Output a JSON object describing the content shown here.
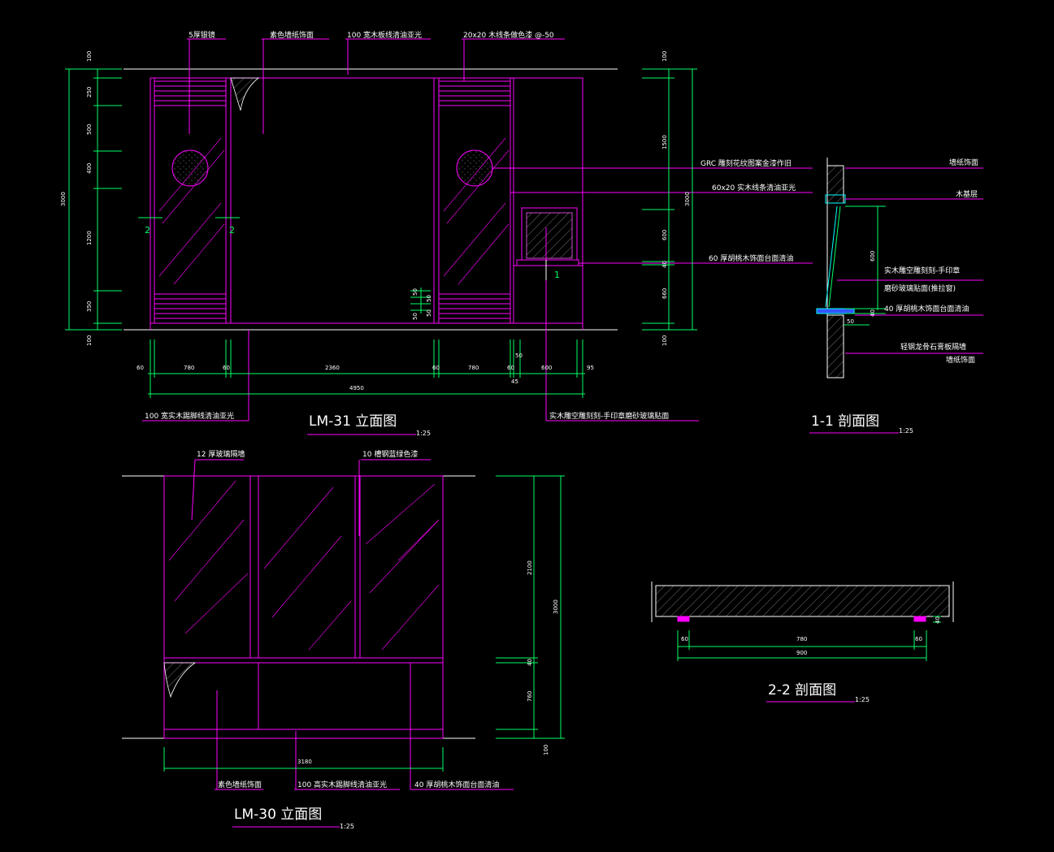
{
  "lm31": {
    "title": "LM-31  立面图",
    "scale": "1:25",
    "top_labels": [
      "5厚银镜",
      "素色墙纸饰面",
      "100 宽木板线清油亚光",
      "20x20 木线条做色漆 @-50"
    ],
    "right_labels": [
      "GRC 雕刻花纹图案金漆作旧",
      "60x20 实木线条清油亚光",
      "60 厚胡桃木饰面台面清油"
    ],
    "bottom_label_left": "100 宽实木踢脚线清油亚光",
    "bottom_label_right": "实木雕空雕刻刻-手印章磨砂玻璃贴面",
    "left_dims": [
      "100",
      "250",
      "500",
      "400",
      "1200",
      "350",
      "100"
    ],
    "left_total": "3000",
    "right_dims": [
      "100",
      "1500",
      "600",
      "40",
      "660",
      "100"
    ],
    "right_total": "3000",
    "bottom_dims": [
      "60",
      "780",
      "60",
      "2360",
      "60",
      "780",
      "60",
      "50",
      "600",
      "95"
    ],
    "bottom_small": "45",
    "bottom_total": "4950",
    "small_dims": [
      "50",
      "50",
      "50",
      "50"
    ],
    "section_marks": [
      "2",
      "2",
      "1"
    ]
  },
  "s11": {
    "title": "1-1  剖面图",
    "scale": "1:25",
    "labels": [
      "墙纸饰面",
      "木基层",
      "实木雕空雕刻刻-手印章",
      "磨砂玻璃贴面(推拉窗)",
      "40 厚胡桃木饰面台面清油",
      "轻钢龙骨石膏板隔墙",
      "墙纸饰面"
    ],
    "dims": [
      "600",
      "40",
      "50"
    ]
  },
  "lm30": {
    "title": "LM-30  立面图",
    "scale": "1:25",
    "top_labels": [
      "12 厚玻璃隔墙",
      "10 槽钢蓝绿色漆"
    ],
    "bottom_labels": [
      "素色墙纸饰面",
      "100 高实木踢脚线清油亚光",
      "40 厚胡桃木饰面台面清油"
    ],
    "right_dims": [
      "2100",
      "40",
      "760",
      "100"
    ],
    "right_total": "3000",
    "bottom_total": "3180"
  },
  "s22": {
    "title": "2-2  剖面图",
    "scale": "1:25",
    "dims": [
      "60",
      "780",
      "60"
    ],
    "total": "900",
    "side_dim": "40"
  },
  "colors": {
    "background": "#000000",
    "outline": "#ff00ff",
    "dimension": "#00ff66",
    "text": "#ffffff",
    "accent": "#00ffff"
  }
}
